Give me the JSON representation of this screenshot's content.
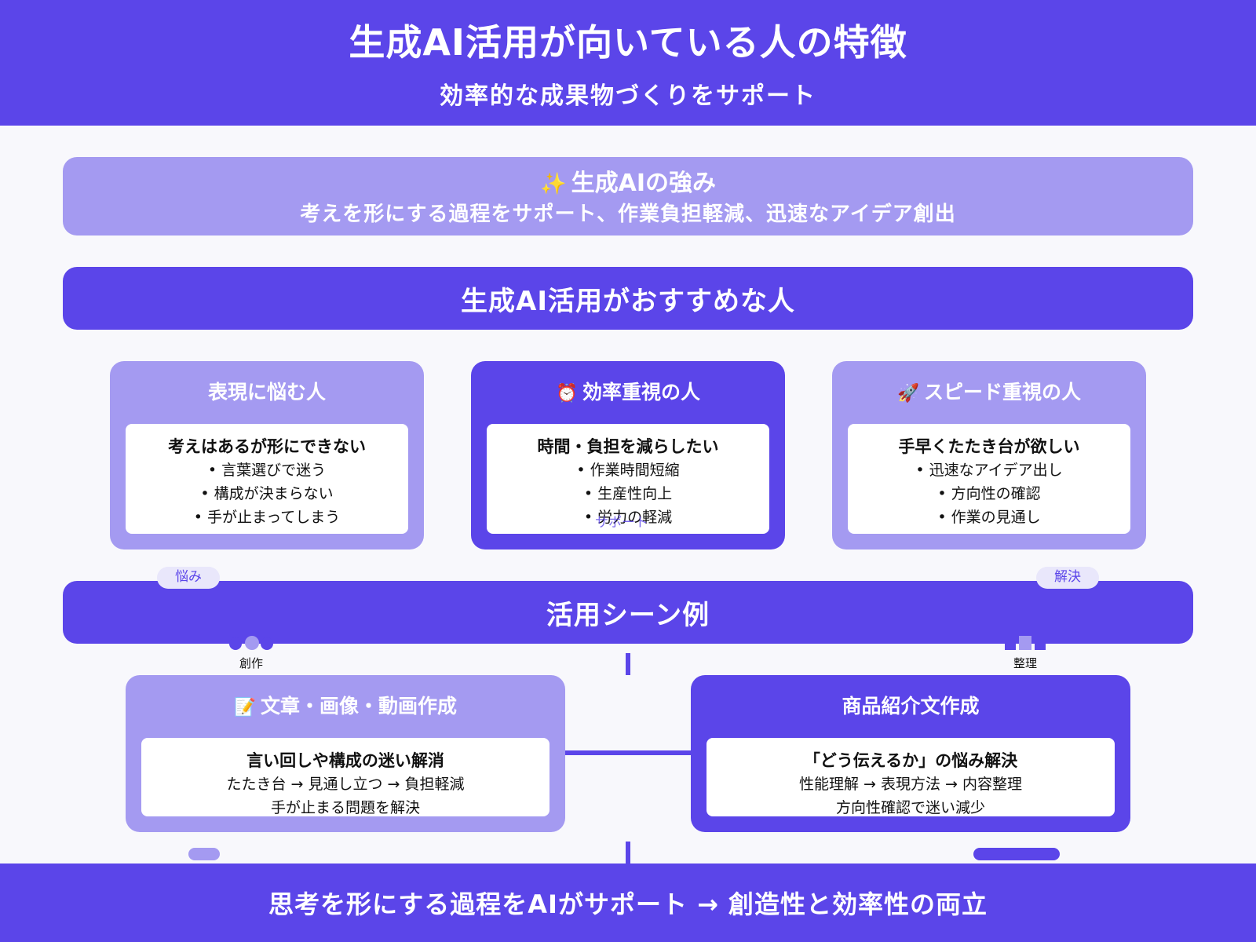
{
  "header": {
    "title": "生成AI活用が向いている人の特徴",
    "subtitle": "効率的な成果物づくりをサポート"
  },
  "strength": {
    "icon": "✨",
    "title": "生成AIの強み",
    "description": "考えを形にする過程をサポート、作業負担軽減、迅速なアイデア創出"
  },
  "recommend_band": "生成AI活用がおすすめな人",
  "persons": [
    {
      "icon": "",
      "title": "表現に悩む人",
      "headline": "考えはあるが形にできない",
      "items": [
        "• 言葉選びで迷う",
        "• 構成が決まらない",
        "• 手が止まってしまう"
      ]
    },
    {
      "icon": "⏰",
      "title": "効率重視の人",
      "headline": "時間・負担を減らしたい",
      "items": [
        "• 作業時間短縮",
        "• 生産性向上",
        "• 労力の軽減"
      ],
      "overlay": "サポート"
    },
    {
      "icon": "🚀",
      "title": "スピード重視の人",
      "headline": "手早くたたき台が欲しい",
      "items": [
        "• 迅速なアイデア出し",
        "• 方向性の確認",
        "• 作業の見通し"
      ]
    }
  ],
  "tags": {
    "left": "悩み",
    "right": "解決",
    "create": "創作",
    "organize": "整理"
  },
  "scene_band": "活用シーン例",
  "scenes": [
    {
      "icon": "📝",
      "title": "文章・画像・動画作成",
      "headline": "言い回しや構成の迷い解消",
      "lines": [
        "たたき台 → 見通し立つ → 負担軽減",
        "手が止まる問題を解決"
      ]
    },
    {
      "icon": "",
      "title": "商品紹介文作成",
      "headline": "「どう伝えるか」の悩み解決",
      "lines": [
        "性能理解 → 表現方法 → 内容整理",
        "方向性確認で迷い減少"
      ]
    }
  ],
  "footer": "思考を形にする過程をAIがサポート → 創造性と効率性の両立",
  "colors": {
    "primary": "#5b45e9",
    "light": "#a49af1",
    "background": "#f8f8fc"
  }
}
